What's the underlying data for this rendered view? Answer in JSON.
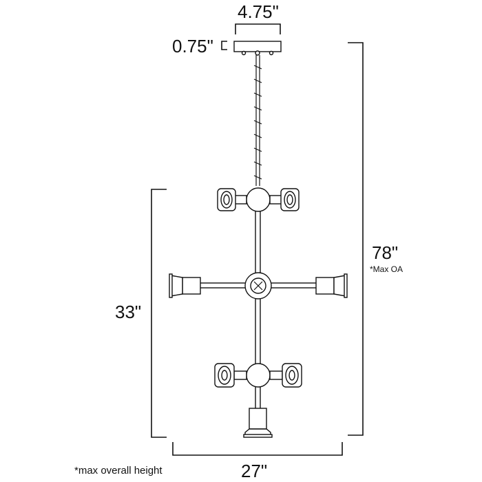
{
  "dimensions": {
    "canopy_width": "4.75\"",
    "canopy_height": "0.75\"",
    "overall_height": "78\"",
    "overall_height_note": "*Max OA",
    "fixture_height": "33\"",
    "fixture_width": "27\""
  },
  "footnote": "*max overall height"
}
